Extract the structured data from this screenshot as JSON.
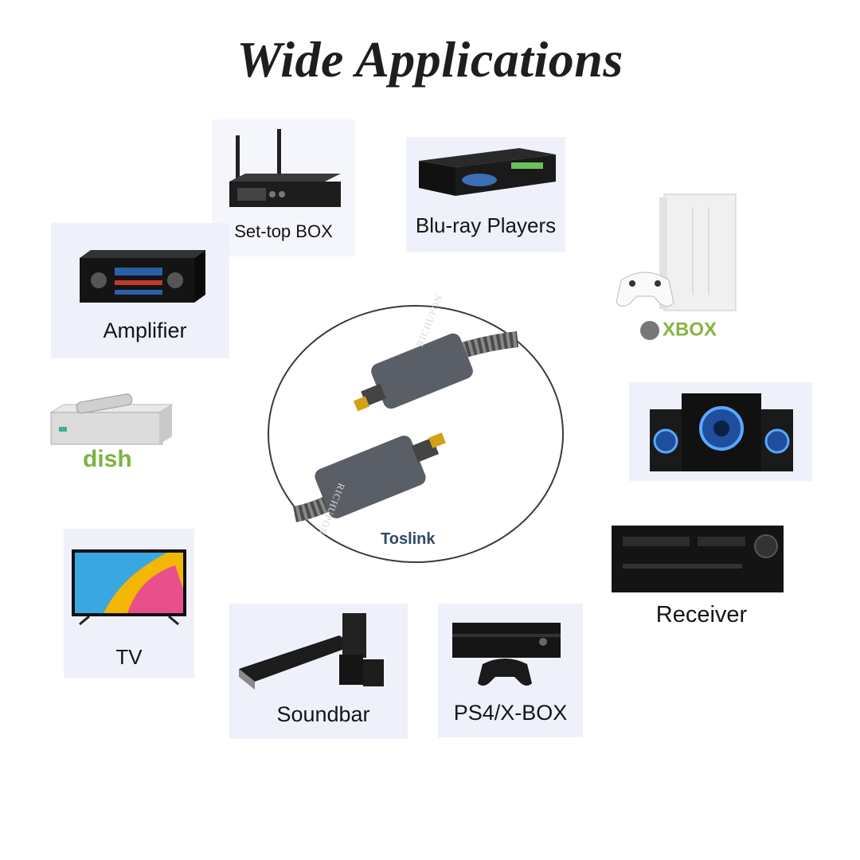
{
  "title": "Wide Applications",
  "devices": {
    "set_top_box": {
      "label": "Set-top BOX"
    },
    "blu_ray": {
      "label": "Blu-ray Players"
    },
    "xbox": {
      "label": "XBOX"
    },
    "amplifier": {
      "label": "Amplifier"
    },
    "dish": {
      "label": "dish"
    },
    "receiver_speakers": {
      "label": ""
    },
    "receiver": {
      "label": "Receiver"
    },
    "tv": {
      "label": "TV"
    },
    "soundbar": {
      "label": "Soundbar"
    },
    "ps4": {
      "label": "PS4/X-BOX"
    }
  },
  "center": {
    "brand_top": "RICHUPON",
    "brand_bottom": "RICHUPON",
    "caption": "Toslink"
  },
  "colors": {
    "card_bg": "#eef1f9",
    "dish_green": "#7cb342",
    "xbox_green": "#86b43f",
    "toslink_blue": "#2f4a66"
  }
}
